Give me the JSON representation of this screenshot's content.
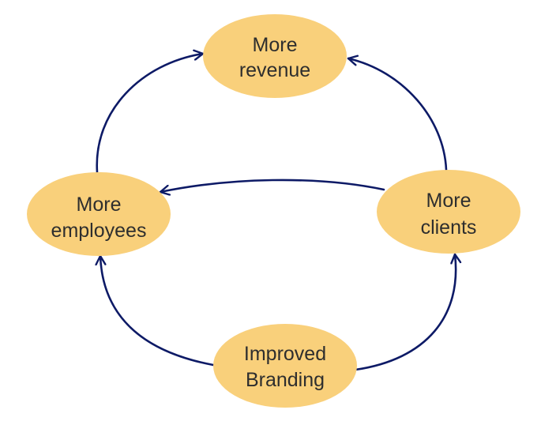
{
  "colors": {
    "node_fill": "#f9d07b",
    "edge_stroke": "#0d1a66",
    "text": "#2e2e2e"
  },
  "nodes": {
    "revenue": {
      "line1": "More",
      "line2": "revenue"
    },
    "employees": {
      "line1": "More",
      "line2": "employees"
    },
    "clients": {
      "line1": "More",
      "line2": "clients"
    },
    "branding": {
      "line1": "Improved",
      "line2": "Branding"
    }
  },
  "edges": [
    {
      "from": "employees",
      "to": "revenue"
    },
    {
      "from": "clients",
      "to": "revenue"
    },
    {
      "from": "clients",
      "to": "employees"
    },
    {
      "from": "branding",
      "to": "employees"
    },
    {
      "from": "branding",
      "to": "clients"
    }
  ]
}
